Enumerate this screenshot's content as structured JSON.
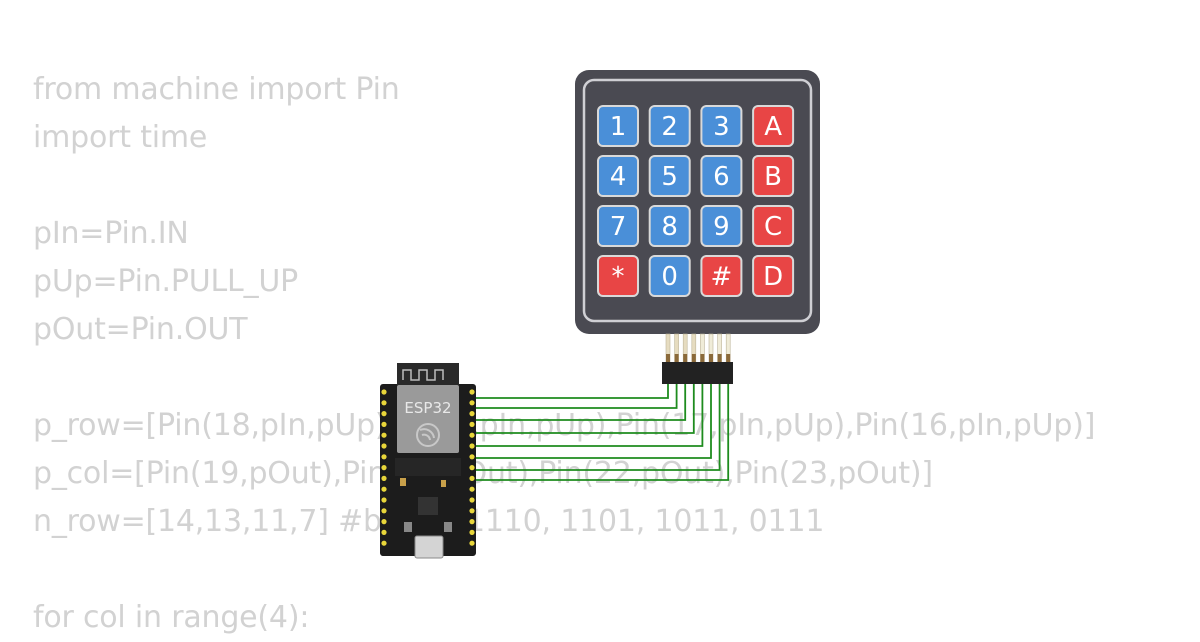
{
  "code": {
    "lines": [
      "from machine import Pin",
      "import time",
      "",
      "pIn=Pin.IN",
      "pUp=Pin.PULL_UP",
      "pOut=Pin.OUT",
      "",
      "p_row=[Pin(18,pIn,pUp),Pin(5,pIn,pUp),Pin(17,pIn,pUp),Pin(16,pIn,pUp)]",
      "p_col=[Pin(19,pOut),Pin(21,pOut),Pin(22,pOut),Pin(23,pOut)]",
      "n_row=[14,13,11,7] #binary 1110, 1101, 1011, 0111",
      "",
      "for col in range(4):"
    ]
  },
  "keypad": {
    "rows": [
      [
        {
          "label": "1",
          "type": "num"
        },
        {
          "label": "2",
          "type": "num"
        },
        {
          "label": "3",
          "type": "num"
        },
        {
          "label": "A",
          "type": "func"
        }
      ],
      [
        {
          "label": "4",
          "type": "num"
        },
        {
          "label": "5",
          "type": "num"
        },
        {
          "label": "6",
          "type": "num"
        },
        {
          "label": "B",
          "type": "func"
        }
      ],
      [
        {
          "label": "7",
          "type": "num"
        },
        {
          "label": "8",
          "type": "num"
        },
        {
          "label": "9",
          "type": "num"
        },
        {
          "label": "C",
          "type": "func"
        }
      ],
      [
        {
          "label": "*",
          "type": "func"
        },
        {
          "label": "0",
          "type": "num"
        },
        {
          "label": "#",
          "type": "func"
        },
        {
          "label": "D",
          "type": "func"
        }
      ]
    ]
  },
  "board": {
    "label": "ESP32"
  },
  "colors": {
    "code_text": "#d2d2d2",
    "keypad_body": "#4a4a52",
    "key_num": "#4a8fd8",
    "key_func": "#e84545",
    "key_border": "#d9d9d9",
    "wire": "#1e8c1e",
    "board_pcb": "#1c1c1c",
    "pin_gold": "#e8d63a",
    "module_metal": "#9a9a9a"
  }
}
